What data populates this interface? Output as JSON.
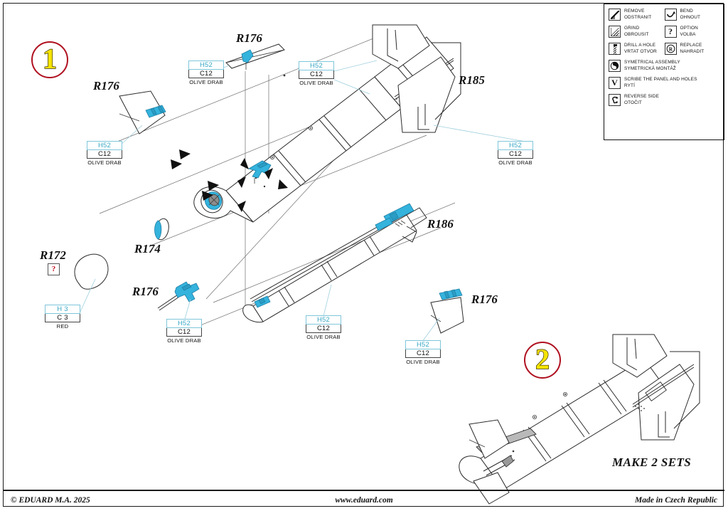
{
  "page": {
    "title": "Eduard assembly instructions",
    "background": "#ffffff",
    "accent_cyan": "#34b3dd",
    "accent_red": "#b01020",
    "accent_yellow": "#f5e400"
  },
  "steps": [
    {
      "number": "1"
    },
    {
      "number": "2"
    }
  ],
  "make_sets_note": "MAKE 2 SETS",
  "part_labels": [
    {
      "id": "r176-top",
      "text": "R176"
    },
    {
      "id": "r176-left",
      "text": "R176"
    },
    {
      "id": "r185",
      "text": "R185"
    },
    {
      "id": "r172",
      "text": "R172"
    },
    {
      "id": "r174",
      "text": "R174"
    },
    {
      "id": "r176-lower-left",
      "text": "R176"
    },
    {
      "id": "r186",
      "text": "R186"
    },
    {
      "id": "r176-lower-right",
      "text": "R176"
    }
  ],
  "paint_callouts": [
    {
      "id": "paint-r176-top",
      "h": "H52",
      "c": "C12",
      "name": "OLIVE DRAB"
    },
    {
      "id": "paint-r176-left",
      "h": "H52",
      "c": "C12",
      "name": "OLIVE DRAB"
    },
    {
      "id": "paint-body-upper",
      "h": "H52",
      "c": "C12",
      "name": "OLIVE DRAB"
    },
    {
      "id": "paint-r185",
      "h": "H52",
      "c": "C12",
      "name": "OLIVE DRAB"
    },
    {
      "id": "paint-r172",
      "h": "H 3",
      "c": "C 3",
      "name": "RED"
    },
    {
      "id": "paint-r176-lower-left",
      "h": "H52",
      "c": "C12",
      "name": "OLIVE DRAB"
    },
    {
      "id": "paint-r186",
      "h": "H52",
      "c": "C12",
      "name": "OLIVE DRAB"
    },
    {
      "id": "paint-r176-lower-right",
      "h": "H52",
      "c": "C12",
      "name": "OLIVE DRAB"
    }
  ],
  "option_marker": {
    "symbol": "?"
  },
  "legend": {
    "items": [
      {
        "icon": "knife-icon",
        "line1": "REMOVE",
        "line2": "ODSTRANIT",
        "width": "half"
      },
      {
        "icon": "bend-icon",
        "line1": "BEND",
        "line2": "OHNOUT",
        "width": "half"
      },
      {
        "icon": "grind-icon",
        "line1": "GRIND",
        "line2": "OBROUSIT",
        "width": "half"
      },
      {
        "icon": "question-icon",
        "line1": "OPTION",
        "line2": "VOLBA",
        "width": "half"
      },
      {
        "icon": "drill-icon",
        "line1": "DRILL  A HOLE",
        "line2": "VRTAT OTVOR",
        "width": "half"
      },
      {
        "icon": "replace-icon",
        "line1": "REPLACE",
        "line2": "NAHRADIT",
        "width": "half"
      },
      {
        "icon": "symmetry-icon",
        "line1": "SYMETRICAL ASSEMBLY",
        "line2": "SYMETRICKÁ MONTÁŽ",
        "width": "full"
      },
      {
        "icon": "scribe-icon",
        "line1": "SCRIBE THE PANEL AND HOLES",
        "line2": "RYTÍ",
        "width": "full"
      },
      {
        "icon": "reverse-icon",
        "line1": "REVERSE SIDE",
        "line2": "OTOČIT",
        "width": "full"
      }
    ]
  },
  "footer": {
    "copyright": "© EDUARD  M.A. 2025",
    "website": "www.eduard.com",
    "origin": "Made in Czech Republic"
  }
}
